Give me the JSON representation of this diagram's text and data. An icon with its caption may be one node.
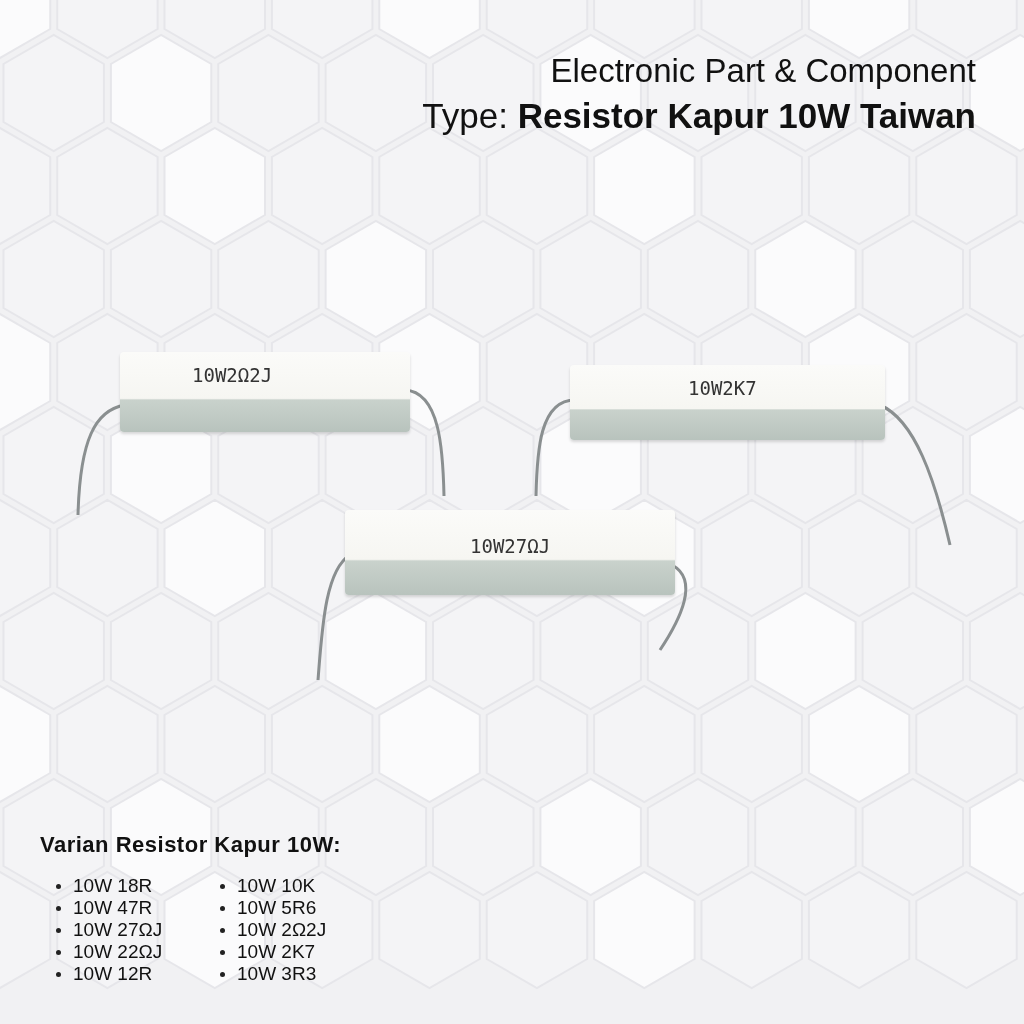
{
  "diagram": {
    "title": "Electronic Part & Component",
    "nodes": [
      {
        "text": [
          "10W2Ω2J"
        ]
      },
      {
        "text": [
          "10W2K7"
        ]
      },
      {
        "text": [
          "10W27ΩJ"
        ]
      }
    ],
    "labels": [
      "Type: **Resistor Kapur 10W Taiwan**",
      "Varian Resistor Kapur 10W:",
      "10W 18R",
      "10W 47R",
      "10W 27ΩJ",
      "10W 22ΩJ",
      "10W 12R",
      "10W 10K",
      "10W 5R6",
      "10W 2Ω2J",
      "10W 2K7",
      "10W 3R3"
    ]
  }
}
